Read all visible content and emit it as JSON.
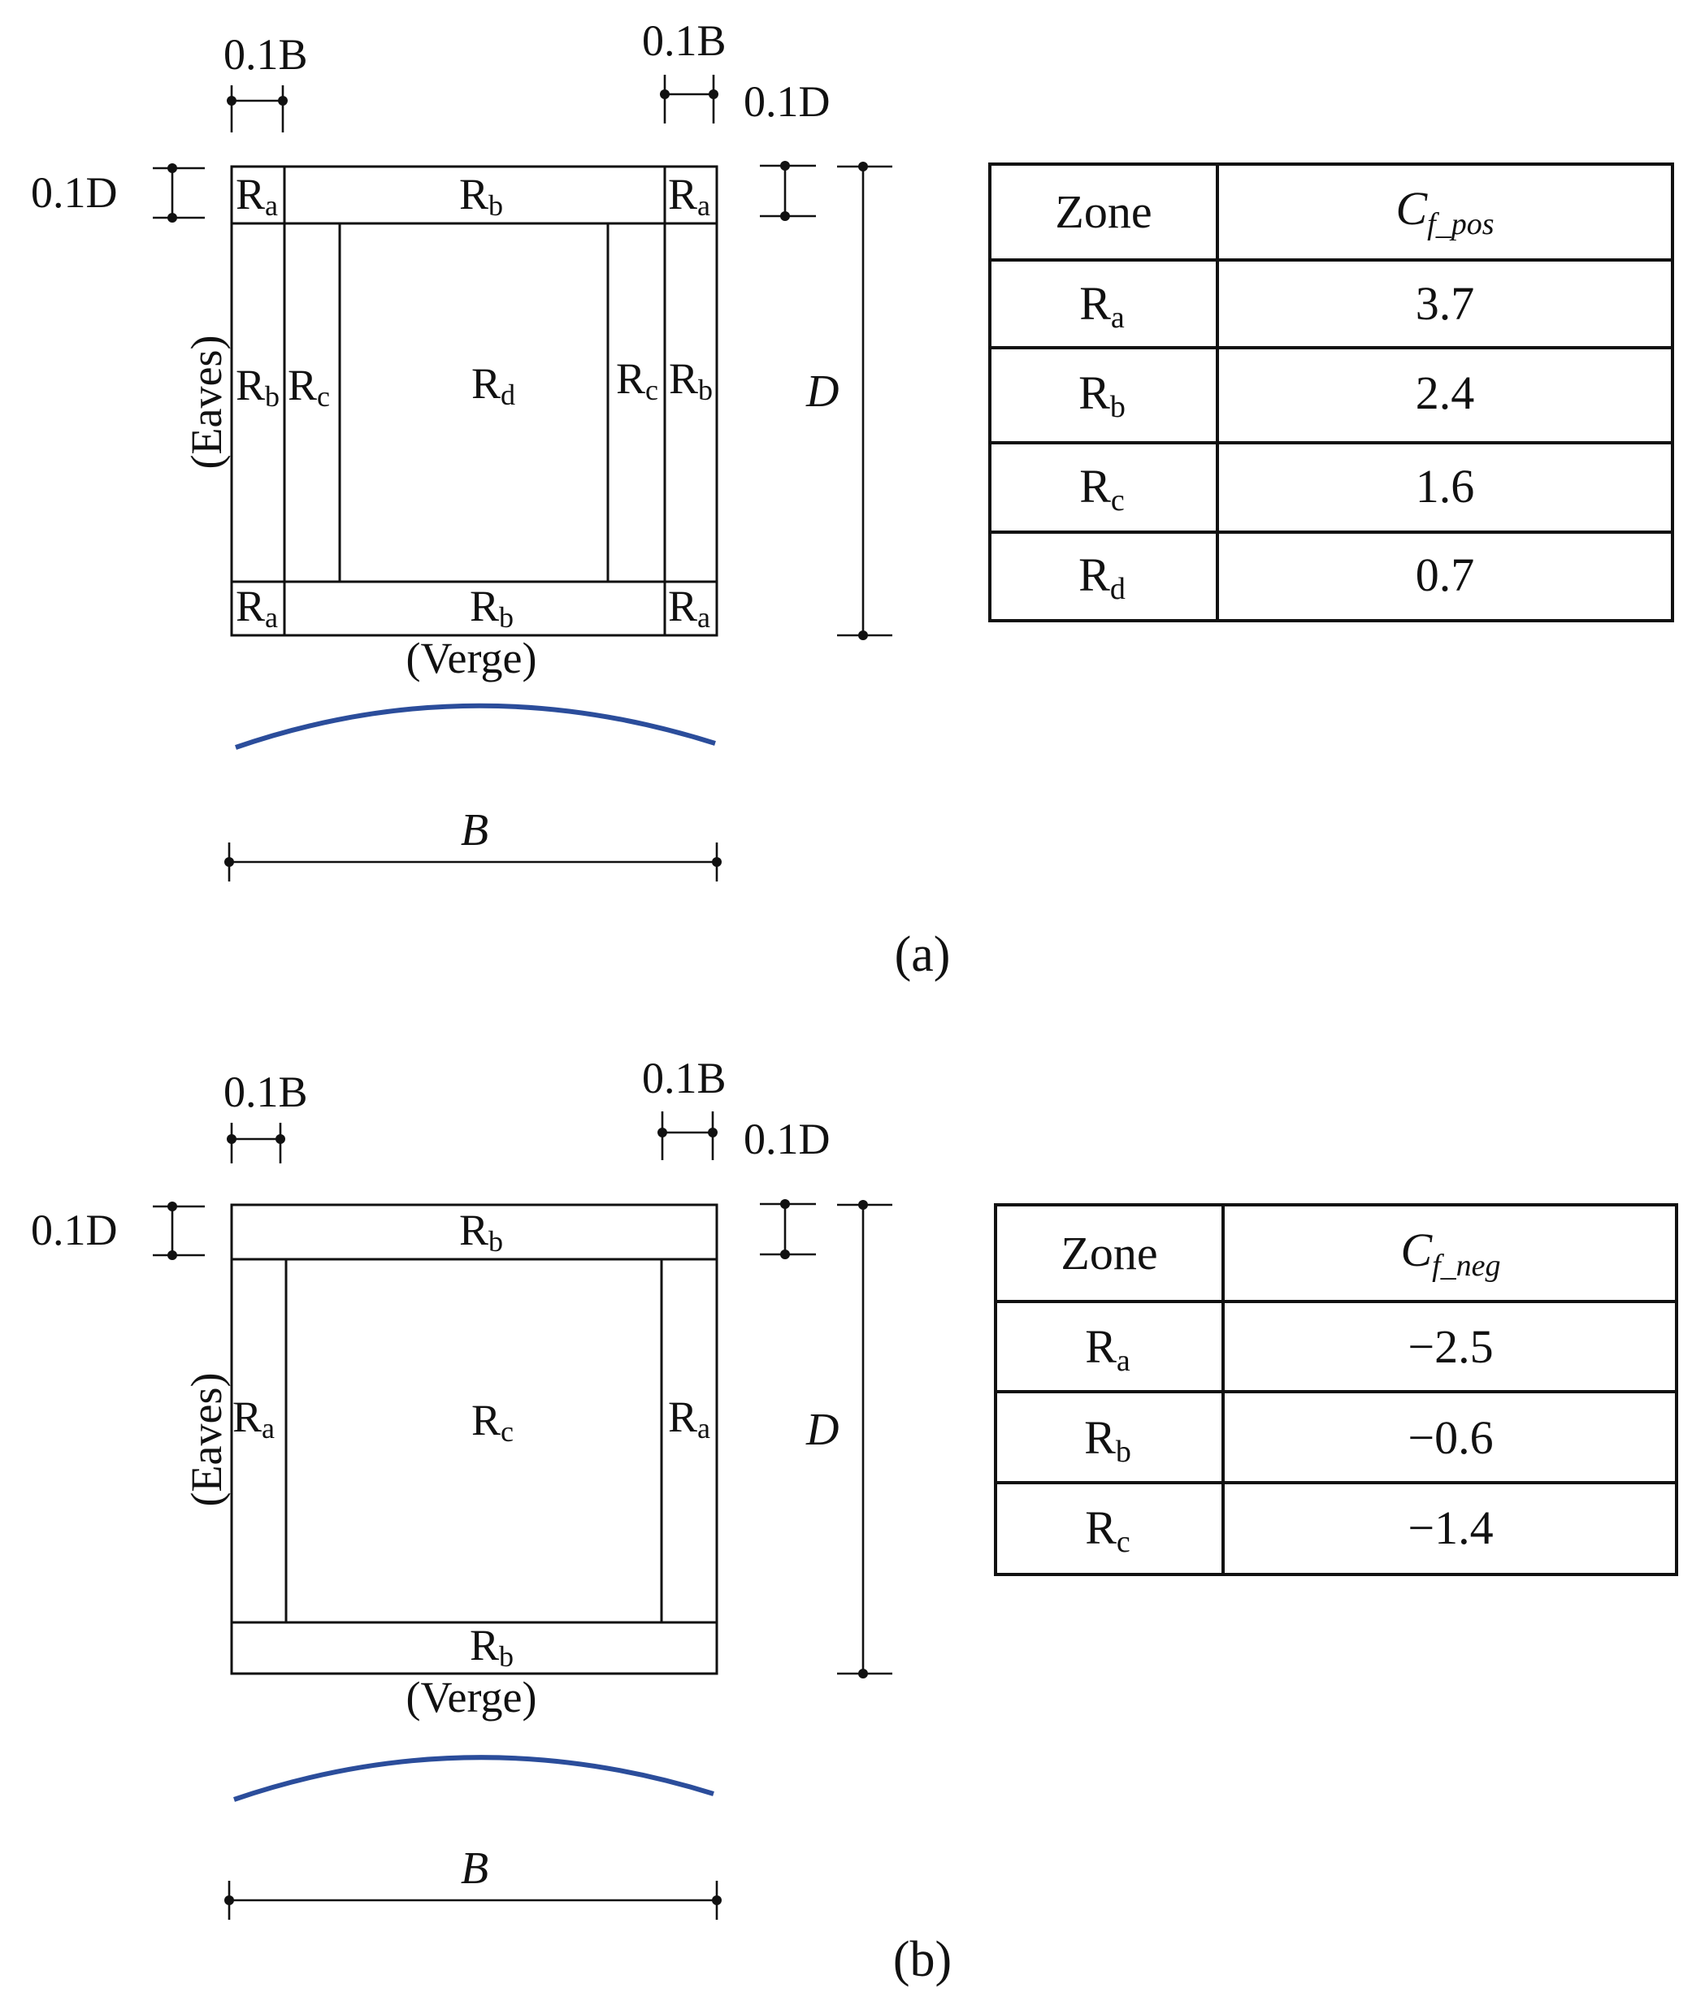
{
  "panel_a": {
    "dims": {
      "top_left_0_1b": "0.1B",
      "top_right_0_1b": "0.1B",
      "right_0_1d": "0.1D",
      "left_0_1d": "0.1D",
      "height_d": "D",
      "width_b": "B"
    },
    "labels": {
      "eaves": "(Eaves)",
      "verge": "(Verge)"
    },
    "zones": {
      "ra_tl": "R",
      "ra_tl_sub": "a",
      "rb_top": "R",
      "rb_top_sub": "b",
      "ra_tr": "R",
      "ra_tr_sub": "a",
      "rb_left": "R",
      "rb_left_sub": "b",
      "rc_left": "R",
      "rc_left_sub": "c",
      "rd_center": "R",
      "rd_center_sub": "d",
      "rc_right": "R",
      "rc_right_sub": "c",
      "rb_right": "R",
      "rb_right_sub": "b",
      "ra_bl": "R",
      "ra_bl_sub": "a",
      "rb_bottom": "R",
      "rb_bottom_sub": "b",
      "ra_br": "R",
      "ra_br_sub": "a"
    },
    "caption": "(a)",
    "table": {
      "header_zone": "Zone",
      "header_coef": "C",
      "header_coef_sub": "f_pos",
      "rows": [
        {
          "zone": "R",
          "sub": "a",
          "value": "3.7"
        },
        {
          "zone": "R",
          "sub": "b",
          "value": "2.4"
        },
        {
          "zone": "R",
          "sub": "c",
          "value": "1.6"
        },
        {
          "zone": "R",
          "sub": "d",
          "value": "0.7"
        }
      ]
    }
  },
  "panel_b": {
    "dims": {
      "top_left_0_1b": "0.1B",
      "top_right_0_1b": "0.1B",
      "right_0_1d": "0.1D",
      "left_0_1d": "0.1D",
      "height_d": "D",
      "width_b": "B"
    },
    "labels": {
      "eaves": "(Eaves)",
      "verge": "(Verge)"
    },
    "zones": {
      "rb_top": "R",
      "rb_top_sub": "b",
      "ra_left": "R",
      "ra_left_sub": "a",
      "rc_center": "R",
      "rc_center_sub": "c",
      "ra_right": "R",
      "ra_right_sub": "a",
      "rb_bottom": "R",
      "rb_bottom_sub": "b"
    },
    "caption": "(b)",
    "table": {
      "header_zone": "Zone",
      "header_coef": "C",
      "header_coef_sub": "f_neg",
      "rows": [
        {
          "zone": "R",
          "sub": "a",
          "value": "−2.5"
        },
        {
          "zone": "R",
          "sub": "b",
          "value": "−0.6"
        },
        {
          "zone": "R",
          "sub": "c",
          "value": "−1.4"
        }
      ]
    }
  }
}
